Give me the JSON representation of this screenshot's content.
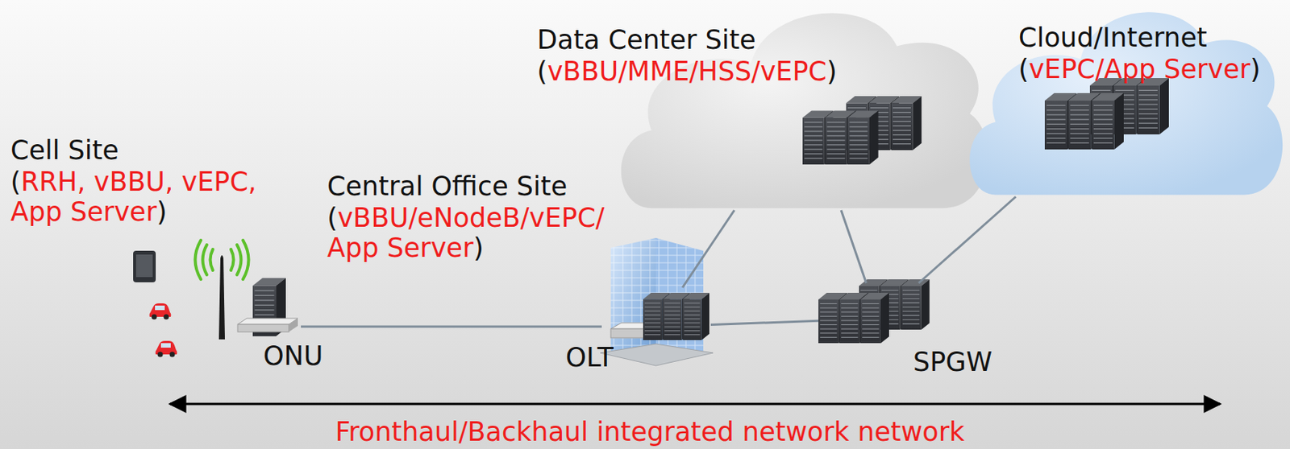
{
  "diagram": {
    "nodes": [
      {
        "text": [
          "Cell Site",
          "(RRH, vBBU, vEPC, App Server)",
          "ONU"
        ]
      },
      {
        "text": [
          "Central Office Site",
          "(vBBU/eNodeB/vEPC/ App Server)",
          "OLT"
        ]
      },
      {
        "text": [
          "Data Center Site",
          "(vBBU/MME/HSS/vEPC)"
        ]
      },
      {
        "text": [
          "SPGW"
        ]
      },
      {
        "text": [
          "Cloud/Internet",
          "(vEPC/App Server)"
        ]
      }
    ],
    "edges": [
      {
        "from": 0,
        "to": 1,
        "arrow": "none"
      },
      {
        "from": 1,
        "to": 2,
        "arrow": "none"
      },
      {
        "from": 1,
        "to": 3,
        "arrow": "none"
      },
      {
        "from": 2,
        "to": 3,
        "arrow": "none"
      },
      {
        "from": 3,
        "to": 4,
        "arrow": "none"
      }
    ],
    "labels": [
      "Fronthaul/Backhaul integrated network network"
    ]
  }
}
